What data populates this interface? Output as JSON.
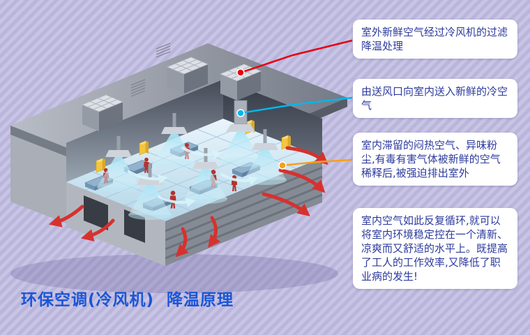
{
  "title": "环保空调(冷风机)  降温原理",
  "callouts": [
    {
      "id": "fresh-air-intake",
      "text": "室外新鲜空气经过冷风机的过滤降温处理",
      "marker_color": "#e60012"
    },
    {
      "id": "supply-air",
      "text": "由送风口向室内送入新鲜的冷空气",
      "marker_color": "#00b7ee"
    },
    {
      "id": "exhaust",
      "text": "室内滞留的闷热空气、异味粉尘,有毒有害气体被新鲜的空气稀释后,被强迫排出室外",
      "marker_color": "#f5a11c"
    },
    {
      "id": "circulation",
      "text": "室内空气如此反复循环,就可以将室内环境稳定控在一个清新、凉爽而又舒适的水平上。既提高了工人的工作效率,又降低了职业病的发生!",
      "marker_color": ""
    }
  ],
  "colors": {
    "background_stripe_light": "#c8c4e5",
    "background_stripe_dark": "#bab5da",
    "callout_background": "#ffffff",
    "callout_text": "#2c3a9c",
    "title_text": "#1a56d6",
    "marker_fresh_air": "#e60012",
    "marker_supply_air": "#00b7ee",
    "marker_exhaust": "#f5a11c",
    "exhaust_arrow": "#d7312e",
    "cool_air": "#a9e4f6"
  }
}
